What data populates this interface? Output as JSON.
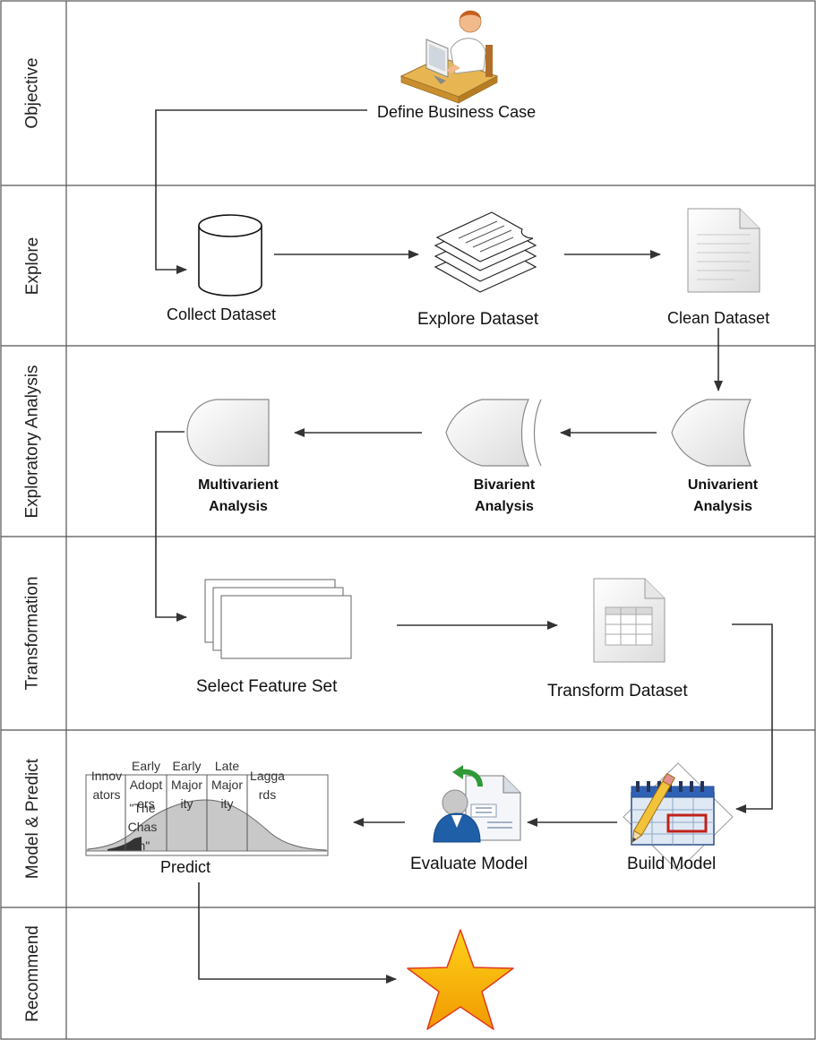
{
  "lanes": [
    {
      "label": "Objective"
    },
    {
      "label": "Explore"
    },
    {
      "label": "Exploratory Analysis"
    },
    {
      "label": "Transformation"
    },
    {
      "label": "Model & Predict"
    },
    {
      "label": "Recommend"
    }
  ],
  "nodes": {
    "define_business_case": "Define Business Case",
    "collect_dataset": "Collect Dataset",
    "explore_dataset": "Explore Dataset",
    "clean_dataset": "Clean Dataset",
    "univarient_line1": "Univarient",
    "univarient_line2": "Analysis",
    "bivarient_line1": "Bivarient",
    "bivarient_line2": "Analysis",
    "multivarient_line1": "Multivarient",
    "multivarient_line2": "Analysis",
    "select_feature_set": "Select Feature Set",
    "transform_dataset": "Transform Dataset",
    "build_model": "Build Model",
    "evaluate_model": "Evaluate Model",
    "predict": "Predict"
  },
  "adoption_curve": {
    "innovators_line1": "Innov",
    "innovators_line2": "ators",
    "early_adopters_line1": "Early",
    "early_adopters_line2": "Adopt",
    "early_adopters_line3": "ers",
    "chasm_line1": "\"The",
    "chasm_line2": "Chas",
    "chasm_line3": "m\"",
    "early_majority_line1": "Early",
    "early_majority_line2": "Major",
    "early_majority_line3": "ity",
    "late_majority_line1": "Late",
    "late_majority_line2": "Major",
    "late_majority_line3": "ity",
    "laggards_line1": "Lagga",
    "laggards_line2": "rds"
  },
  "colors": {
    "border": "#555555",
    "connector": "#333333",
    "star_fill": "#f5b400",
    "star_stroke": "#e03a1e",
    "refresh_arrow": "#3c9a3c",
    "person_blue": "#1f5fa8",
    "curve_fill": "#c8c8c8"
  }
}
